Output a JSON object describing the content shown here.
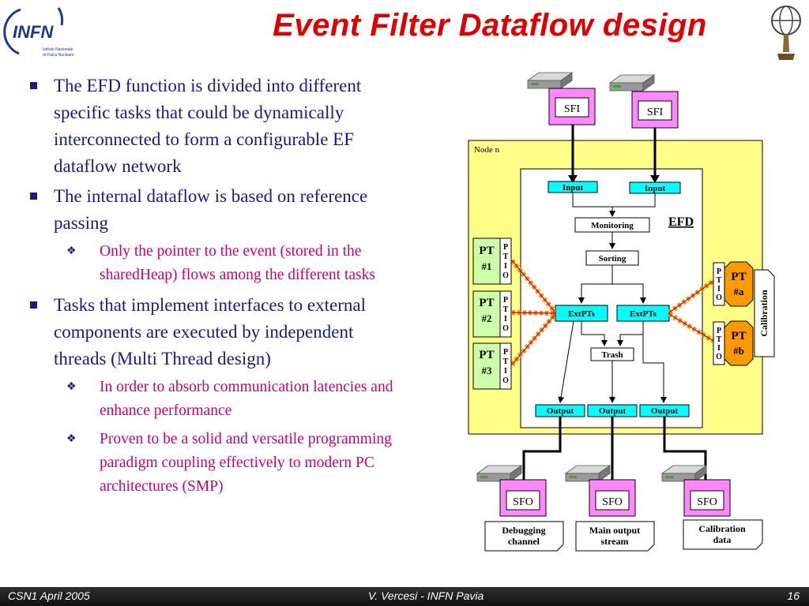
{
  "header": {
    "title": "Event Filter Dataflow design",
    "logo_text": "INFN",
    "logo_subtitle": [
      "Istituto Nazionale",
      "di Fisica Nucleare"
    ]
  },
  "bullets": [
    {
      "text": "The EFD function is divided into different specific tasks that could be dynamically interconnected to form a configurable EF dataflow network",
      "subs": []
    },
    {
      "text": "The internal dataflow is based on reference passing",
      "subs": [
        "Only the pointer to the event (stored in the sharedHeap) flows among the different tasks"
      ]
    },
    {
      "text": "Tasks that implement interfaces to external components are executed by independent threads  (Multi Thread design)",
      "subs": [
        "In order to absorb communication latencies and enhance performance",
        "Proven to be a solid and versatile programming paradigm coupling effectively to modern PC architectures (SMP)"
      ]
    }
  ],
  "diagram": {
    "sfi_in": [
      "SFI",
      "SFI"
    ],
    "node_label": "Node n",
    "efd_label": "EFD",
    "inputs": [
      "Input",
      "Input"
    ],
    "monitoring": "Monitoring",
    "sorting": "Sorting",
    "extpts": [
      "ExtPTs",
      "ExtPTs"
    ],
    "trash": "Trash",
    "outputs": [
      "Output",
      "Output",
      "Output"
    ],
    "pt_left": [
      {
        "pt": "PT",
        "num": "#1"
      },
      {
        "pt": "PT",
        "num": "#2"
      },
      {
        "pt": "PT",
        "num": "#3"
      }
    ],
    "pt_right": [
      {
        "pt": "PT",
        "num": "#a"
      },
      {
        "pt": "PT",
        "num": "#b"
      }
    ],
    "ptio_letters": [
      "P",
      "T",
      "I",
      "O"
    ],
    "calibration": "Calibration",
    "sfo": [
      "SFO",
      "SFO",
      "SFO"
    ],
    "streams": [
      [
        "Debugging",
        "channel"
      ],
      [
        "Main output",
        "stream"
      ],
      [
        "Calibration",
        "data"
      ]
    ],
    "colors": {
      "node_bg": "#ffff88",
      "sfi_bg": "#ff88ff",
      "io_box": "#00ffff",
      "pt_green": "#ccffaa",
      "pt_orange": "#ff9900"
    }
  },
  "footer": {
    "left": "CSN1 April 2005",
    "center": "V. Vercesi - INFN Pavia",
    "page": "16"
  }
}
